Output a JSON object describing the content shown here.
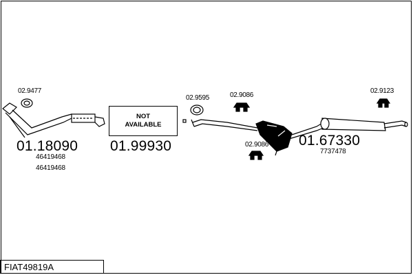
{
  "not_available": {
    "line1": "NOT",
    "line2": "AVAILABLE"
  },
  "parts": {
    "front_pipe": {
      "code": "01.18090",
      "oem": [
        "46419468",
        "46419468"
      ]
    },
    "catalyst": {
      "code": "01.99930"
    },
    "rear_section": {
      "code": "01.67330",
      "oem": [
        "7737478"
      ]
    }
  },
  "accessories": {
    "gasket_front": "02.9477",
    "gasket_mid": "02.9595",
    "hanger_1": "02.9086",
    "hanger_2": "02.9086",
    "hanger_rear": "02.9123"
  },
  "reference": "FIAT49819A"
}
